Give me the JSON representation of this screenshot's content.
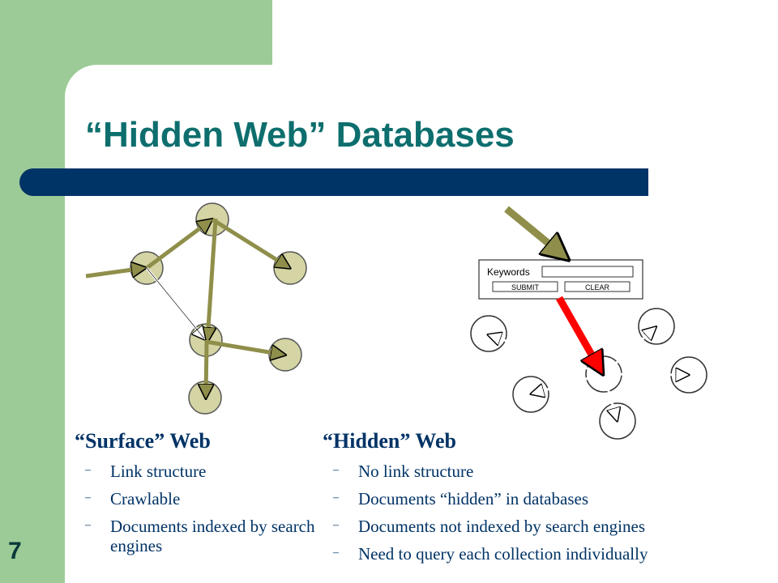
{
  "slide": {
    "title": "“Hidden Web” Databases",
    "page_number": "7"
  },
  "search_form": {
    "keywords_label": "Keywords",
    "submit_label": "SUBMIT",
    "clear_label": "CLEAR"
  },
  "colors": {
    "accent_green": "#9ccb98",
    "title_teal": "#0e6e6e",
    "bar_navy": "#003366",
    "node_fill": "#d4d4a4",
    "link_olive": "#8f8f4b",
    "query_red": "#ff0000"
  },
  "surface": {
    "heading": "“Surface” Web",
    "items": [
      "Link structure",
      "Crawlable",
      "Documents indexed by search engines"
    ]
  },
  "hidden": {
    "heading": "“Hidden” Web",
    "items": [
      "No link structure",
      "Documents “hidden” in databases",
      "Documents not indexed by search engines",
      "Need to query each collection individually"
    ]
  }
}
